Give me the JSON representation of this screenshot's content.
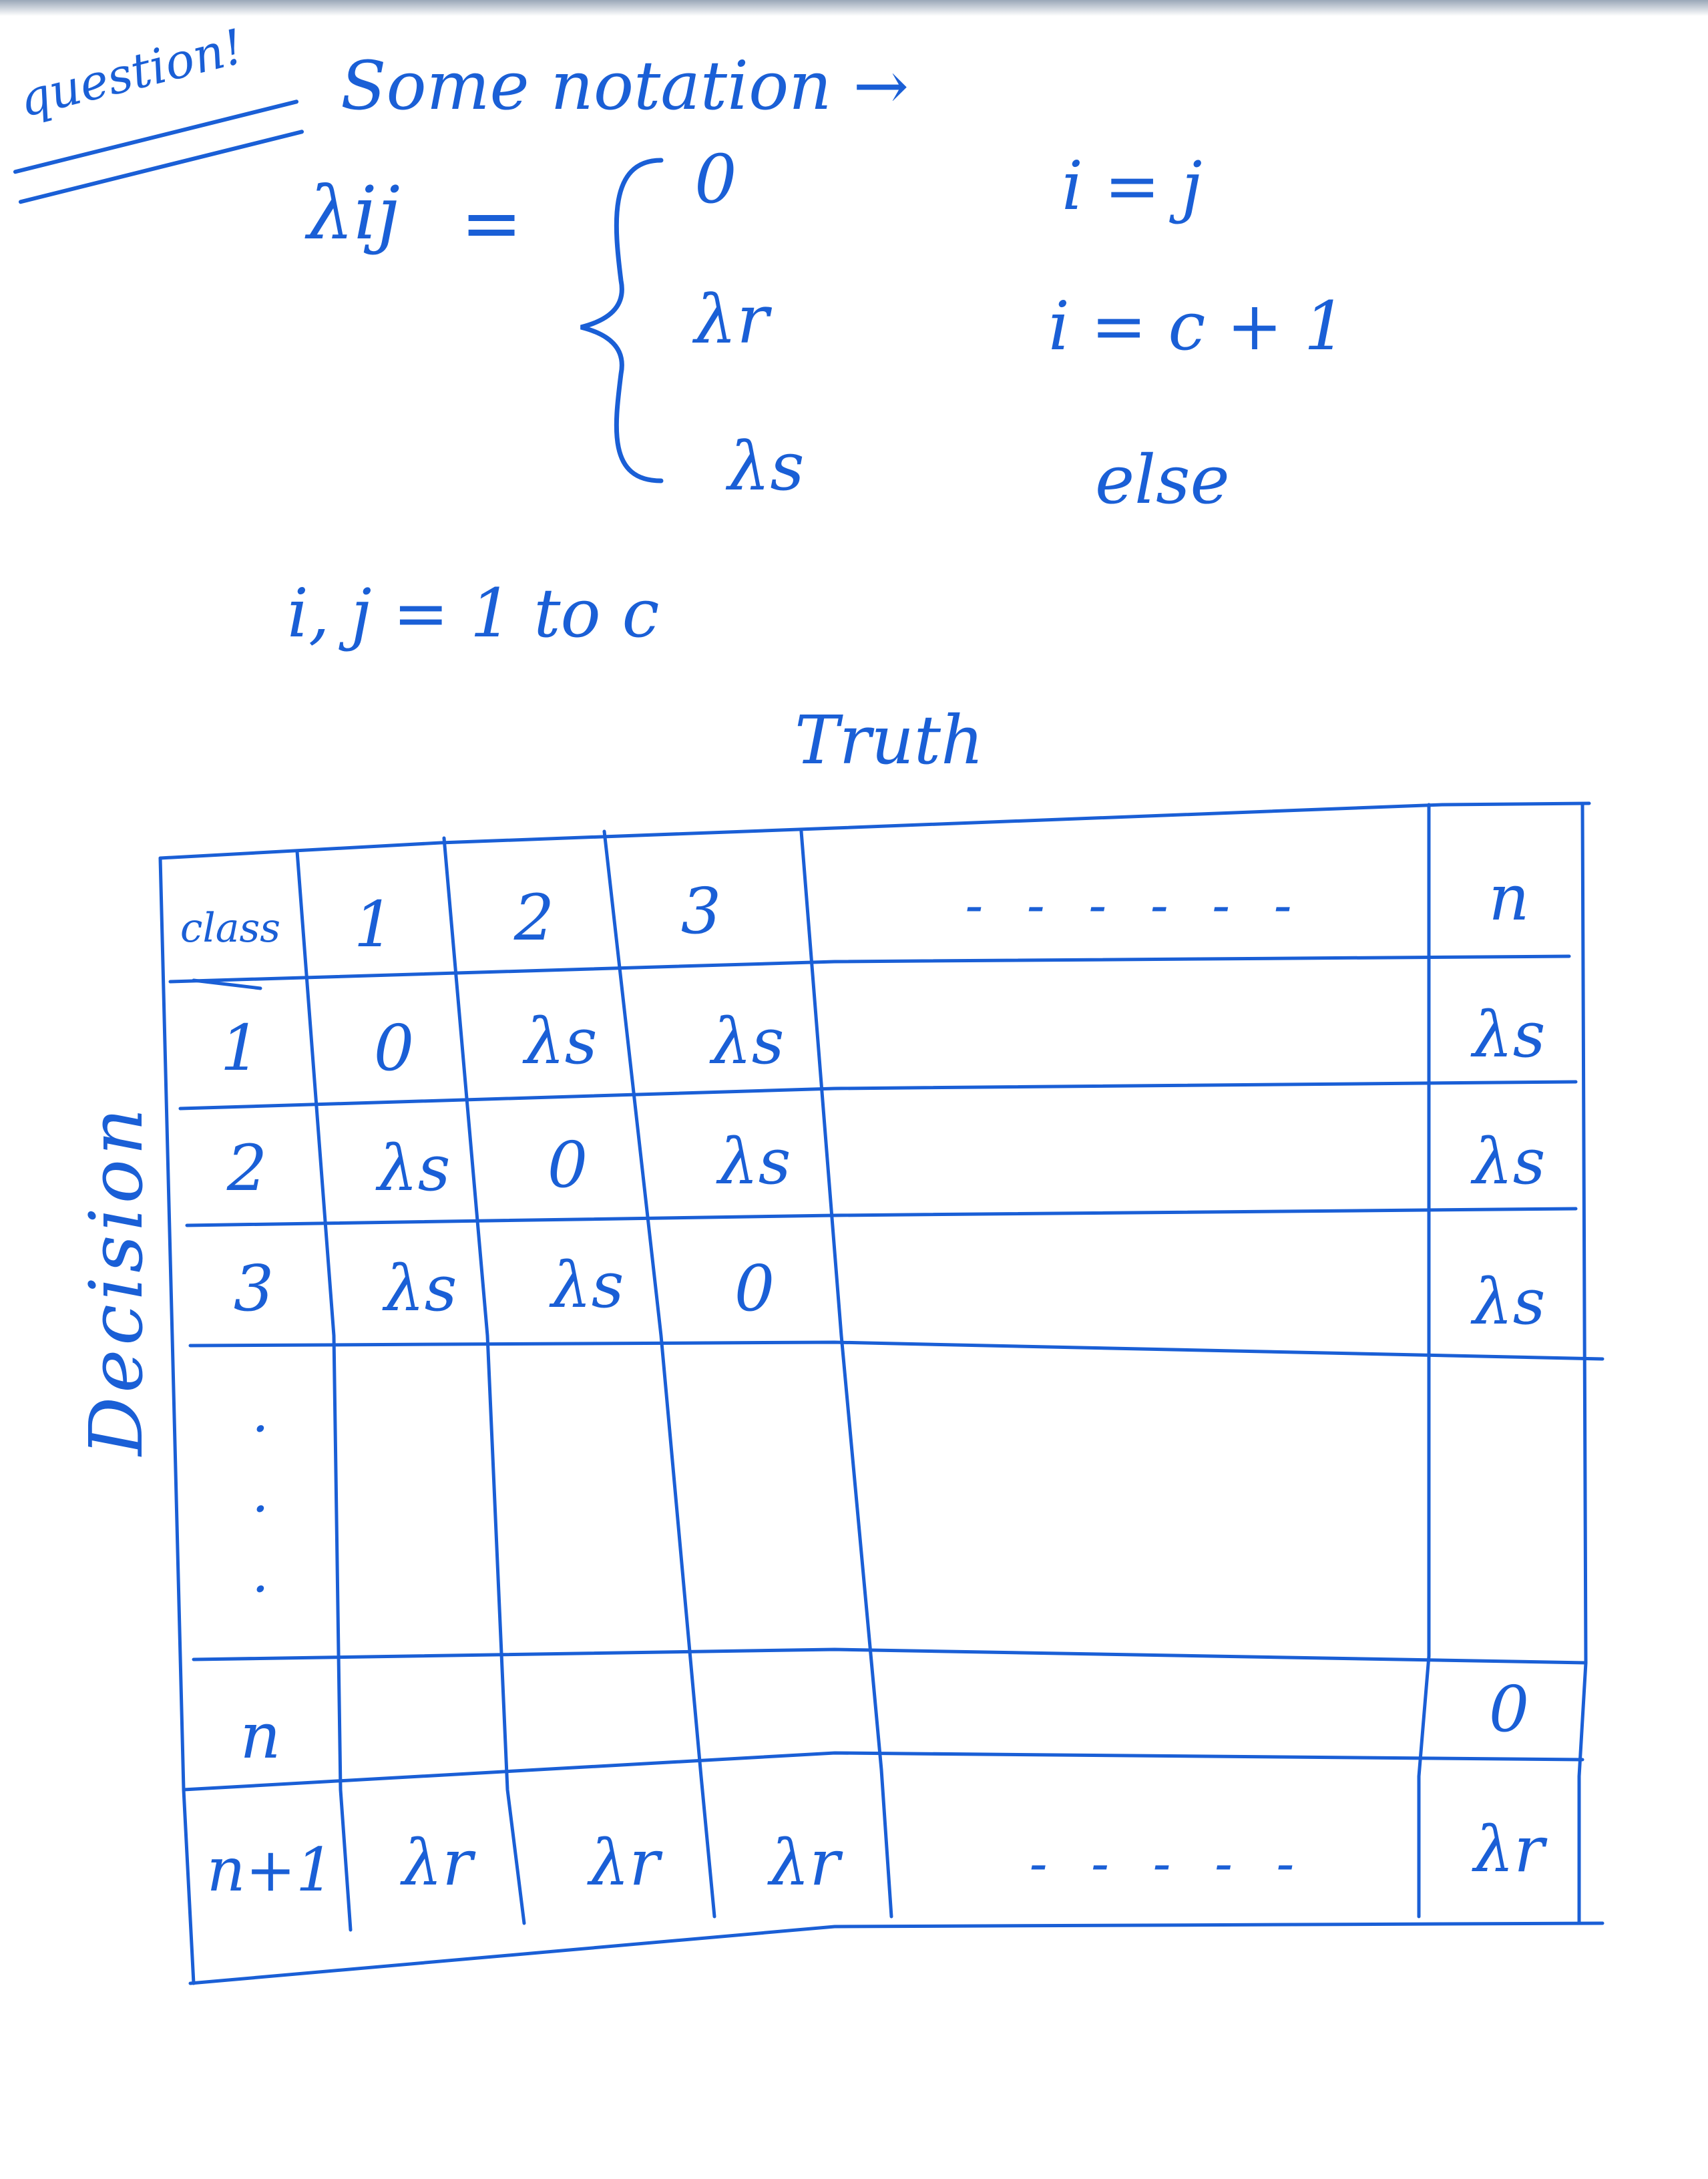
{
  "header": {
    "question_label": "question!",
    "notation_intro": "Some notation →"
  },
  "definition": {
    "lhs": "λij",
    "equals": "=",
    "cases": [
      {
        "value": "0",
        "condition": "i = j"
      },
      {
        "value": "λr",
        "condition": "i = c + 1"
      },
      {
        "value": "λs",
        "condition": "else"
      }
    ],
    "range": "i, j = 1 to c"
  },
  "table": {
    "column_axis_label": "Truth",
    "row_axis_label": "Decision",
    "corner_label": "class",
    "columns": [
      "1",
      "2",
      "3",
      "- - - - - -",
      "n"
    ],
    "rows": [
      {
        "label": "1",
        "cells": [
          "0",
          "λs",
          "λs",
          "",
          "λs"
        ]
      },
      {
        "label": "2",
        "cells": [
          "λs",
          "0",
          "λs",
          "",
          "λs"
        ]
      },
      {
        "label": "3",
        "cells": [
          "λs",
          "λs",
          "0",
          "",
          "λs"
        ]
      },
      {
        "label": "·\n·\n·",
        "cells": [
          "",
          "",
          "",
          "",
          ""
        ]
      },
      {
        "label": "n",
        "cells": [
          "",
          "",
          "",
          "",
          "0"
        ]
      },
      {
        "label": "n+1",
        "cells": [
          "λr",
          "λr",
          "λr",
          "- - - - -",
          "λr"
        ]
      }
    ]
  },
  "colors": {
    "ink": "#1a5fd6",
    "paper": "#ffffff"
  }
}
